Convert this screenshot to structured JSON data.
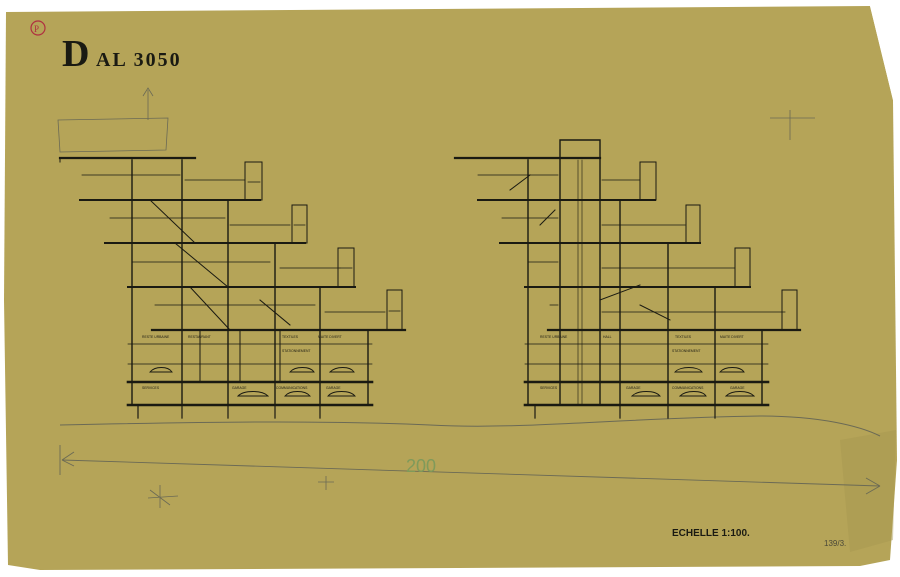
{
  "title": {
    "initial": "D",
    "rest": "AL 3050"
  },
  "scale": "ECHELLE 1:100.",
  "inventory_number": "139/3.",
  "dimension": "200",
  "colors": {
    "paper": "#b5a458",
    "paper_dark": "#9c8c48",
    "ink": "#1a1a12",
    "pencil": "#6b6a55",
    "green_pencil": "#7f9a5a",
    "stamp": "#b03040"
  },
  "left_section": {
    "labels": [
      "RESTE URBAINE",
      "RESTAURANT",
      "TEXTILES",
      "MAITE DIVERT",
      "STATIONNEMENT",
      "SERVICES",
      "GARAGE",
      "COMMUNICATIONS",
      "GARAGE"
    ]
  },
  "right_section": {
    "labels": [
      "RESTE URBAINE",
      "HALL",
      "TEXTILES",
      "MAITE DIVERT",
      "STATIONNEMENT",
      "SERVICES",
      "GARAGE",
      "COMMUNICATIONS",
      "GARAGE"
    ]
  }
}
